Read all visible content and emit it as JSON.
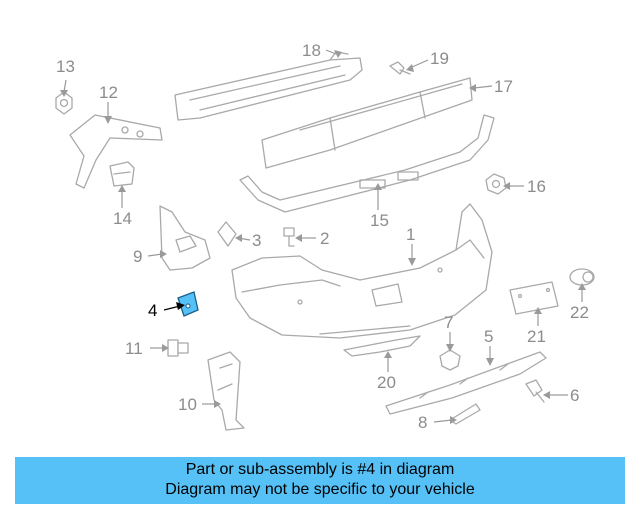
{
  "diagram": {
    "highlight_color": "#55c1f7",
    "callouts": [
      {
        "id": "1",
        "label": "1"
      },
      {
        "id": "2",
        "label": "2"
      },
      {
        "id": "3",
        "label": "3"
      },
      {
        "id": "4",
        "label": "4",
        "highlighted": true
      },
      {
        "id": "5",
        "label": "5"
      },
      {
        "id": "6",
        "label": "6"
      },
      {
        "id": "7",
        "label": "7"
      },
      {
        "id": "8",
        "label": "8"
      },
      {
        "id": "9",
        "label": "9"
      },
      {
        "id": "10",
        "label": "10"
      },
      {
        "id": "11",
        "label": "11"
      },
      {
        "id": "12",
        "label": "12"
      },
      {
        "id": "13",
        "label": "13"
      },
      {
        "id": "14",
        "label": "14"
      },
      {
        "id": "15",
        "label": "15"
      },
      {
        "id": "16",
        "label": "16"
      },
      {
        "id": "17",
        "label": "17"
      },
      {
        "id": "18",
        "label": "18"
      },
      {
        "id": "19",
        "label": "19"
      },
      {
        "id": "20",
        "label": "20"
      },
      {
        "id": "21",
        "label": "21"
      },
      {
        "id": "22",
        "label": "22"
      }
    ]
  },
  "banner": {
    "background": "#55c1f7",
    "line1": "Part or sub-assembly is #4 in diagram",
    "line2": "Diagram may not be specific to your vehicle"
  }
}
